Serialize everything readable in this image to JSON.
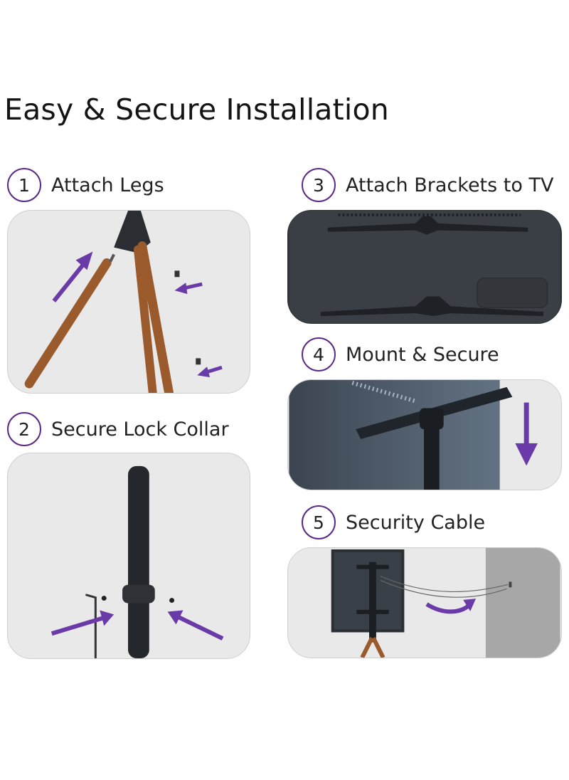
{
  "heading": "Easy & Secure Installation",
  "steps": [
    {
      "number": "1",
      "label": "Attach Legs"
    },
    {
      "number": "2",
      "label": "Secure Lock Collar"
    },
    {
      "number": "3",
      "label": "Attach Brackets to TV"
    },
    {
      "number": "4",
      "label": "Mount & Secure"
    },
    {
      "number": "5",
      "label": "Security Cable"
    }
  ],
  "colors": {
    "accent_purple": "#6a3aa8",
    "wood": "#9a5a2c",
    "metal_dark": "#262a2e",
    "panel_bg": "#e9e9e9"
  }
}
